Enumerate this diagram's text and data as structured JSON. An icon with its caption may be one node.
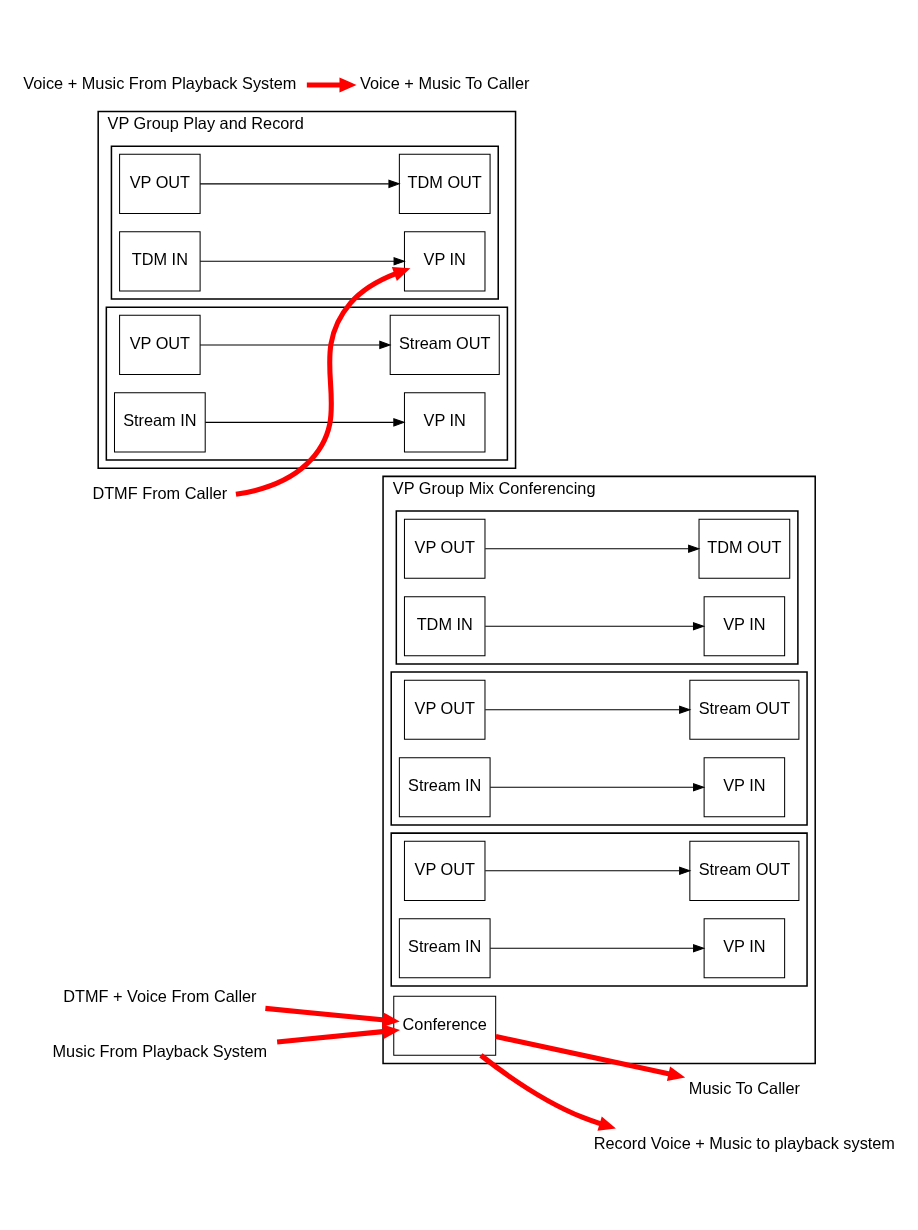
{
  "diagram": {
    "nodes": [
      {
        "text": [
          "VP Group Mix Conferencing"
        ]
      },
      {
        "text": [
          "Conference"
        ],
        "in": 0
      },
      {
        "text": [],
        "shape": "box",
        "in": 0
      },
      {
        "text": [
          "VP IN"
        ],
        "in": 2
      },
      {
        "text": [
          "VP OUT"
        ],
        "in": 2
      },
      {
        "text": [
          "TDM IN"
        ],
        "in": 2
      },
      {
        "text": [
          "TDM OUT"
        ],
        "in": 2
      },
      {
        "text": [],
        "shape": "box",
        "in": 0
      },
      {
        "text": [
          "VP IN"
        ],
        "in": 7
      },
      {
        "text": [
          "VP OUT"
        ],
        "in": 7
      },
      {
        "text": [
          "Stream IN"
        ],
        "in": 7
      },
      {
        "text": [
          "Stream OUT"
        ],
        "in": 7
      },
      {
        "text": [],
        "shape": "box",
        "in": 0
      },
      {
        "text": [
          "VP IN"
        ],
        "in": 12
      },
      {
        "text": [
          "VP OUT"
        ],
        "in": 12
      },
      {
        "text": [
          "Stream IN"
        ],
        "in": 12
      },
      {
        "text": [
          "Stream OUT"
        ],
        "in": 12
      },
      {
        "text": [
          "DTMF + Voice From Caller"
        ]
      },
      {
        "text": [
          "Music To Caller"
        ]
      },
      {
        "text": [
          "Music From Playback System"
        ]
      },
      {
        "text": [
          "Record Voice + Music to playback system"
        ]
      },
      {
        "text": [
          "VP Group Play and Record"
        ]
      },
      {
        "text": [],
        "shape": "box",
        "in": 21
      },
      {
        "text": [
          "VP IN"
        ],
        "in": 22
      },
      {
        "text": [
          "VP OUT"
        ],
        "in": 22
      },
      {
        "text": [
          "TDM IN"
        ],
        "in": 22
      },
      {
        "text": [
          "TDM OUT"
        ],
        "in": 22
      },
      {
        "text": [],
        "shape": "box",
        "in": 21
      },
      {
        "text": [
          "VP IN"
        ],
        "in": 27
      },
      {
        "text": [
          "VP OUT"
        ],
        "in": 27
      },
      {
        "text": [
          "Stream IN"
        ],
        "in": 27
      },
      {
        "text": [
          "Stream OUT"
        ],
        "in": 27
      },
      {
        "text": [
          "DTMF From Caller"
        ]
      },
      {
        "text": [
          "Voice + Music To Caller"
        ]
      },
      {
        "text": [
          "Voice + Music From Playback System"
        ]
      }
    ],
    "edges": [
      {
        "from": 5,
        "to": 3,
        "arrow": "to"
      },
      {
        "from": 4,
        "to": 6,
        "arrow": "to"
      },
      {
        "from": 10,
        "to": 8,
        "arrow": "to"
      },
      {
        "from": 9,
        "to": 11,
        "arrow": "to"
      },
      {
        "from": 15,
        "to": 13,
        "arrow": "to"
      },
      {
        "from": 14,
        "to": 16,
        "arrow": "to"
      },
      {
        "from": 17,
        "to": 1,
        "arrow": "to",
        "style": "thick",
        "color": "#ff0000"
      },
      {
        "from": 1,
        "to": 18,
        "arrow": "to",
        "style": "thick",
        "color": "#ff0000"
      },
      {
        "from": 19,
        "to": 1,
        "arrow": "to",
        "style": "thick",
        "color": "#ff0000"
      },
      {
        "from": 1,
        "to": 20,
        "arrow": "to",
        "style": "thick",
        "color": "#ff0000"
      },
      {
        "from": 25,
        "to": 23,
        "arrow": "to"
      },
      {
        "from": 24,
        "to": 26,
        "arrow": "to"
      },
      {
        "from": 30,
        "to": 28,
        "arrow": "to"
      },
      {
        "from": 29,
        "to": 31,
        "arrow": "to"
      },
      {
        "from": 32,
        "to": 23,
        "arrow": "to",
        "style": "thick",
        "color": "#ff0000"
      },
      {
        "from": 34,
        "to": 33,
        "arrow": "to",
        "style": "thick",
        "color": "#ff0000"
      }
    ]
  }
}
